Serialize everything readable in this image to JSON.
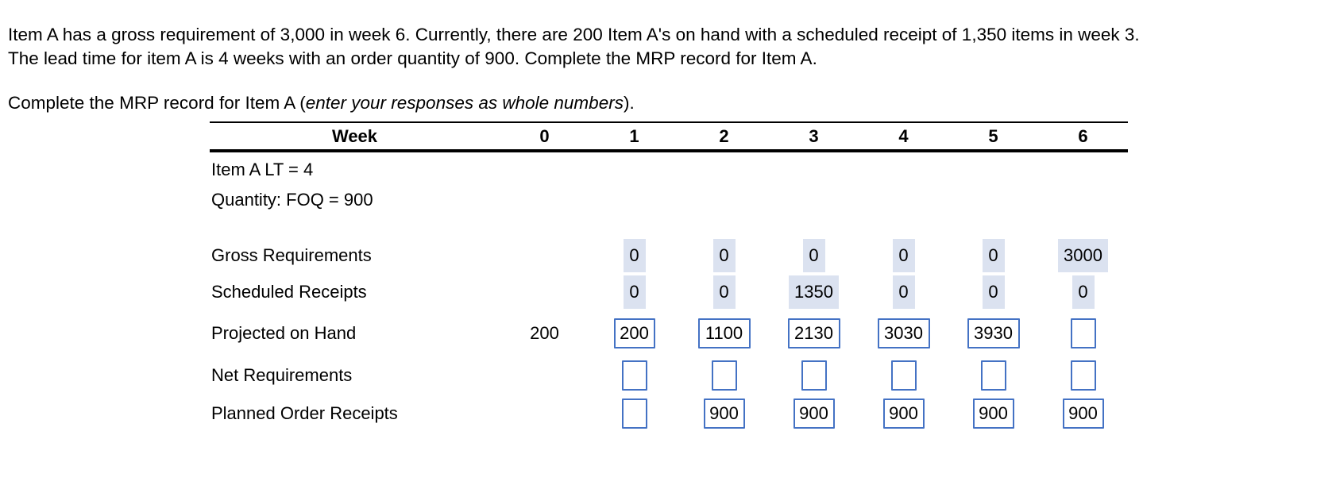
{
  "problem": {
    "line1": "Item A has a gross requirement of 3,000 in week 6. Currently, there are 200 Item A's on hand with a scheduled receipt of 1,350 items in week 3.",
    "line2": "The lead time for item A is 4 weeks with an order quantity of 900. Complete the MRP record for Item A.",
    "instruction_prefix": "Complete the MRP record for Item A (",
    "instruction_italic": "enter your responses as whole numbers",
    "instruction_suffix": ")."
  },
  "table": {
    "header_label": "Week",
    "weeks": [
      "0",
      "1",
      "2",
      "3",
      "4",
      "5",
      "6"
    ],
    "item_info_line1": "Item A LT = 4",
    "item_info_line2": "Quantity: FOQ = 900",
    "rows": {
      "gross_requirements": {
        "label": "Gross Requirements",
        "week0": "",
        "cells": [
          "0",
          "0",
          "0",
          "0",
          "0",
          "3000"
        ]
      },
      "scheduled_receipts": {
        "label": "Scheduled Receipts",
        "week0": "",
        "cells": [
          "0",
          "0",
          "1350",
          "0",
          "0",
          "0"
        ]
      },
      "projected_on_hand": {
        "label": "Projected on Hand",
        "week0": "200",
        "cells": [
          "200",
          "1100",
          "2130",
          "3030",
          "3930",
          ""
        ]
      },
      "net_requirements": {
        "label": "Net Requirements",
        "week0": "",
        "cells": [
          "",
          "",
          "",
          "",
          "",
          ""
        ]
      },
      "planned_order_receipts": {
        "label": "Planned Order Receipts",
        "week0": "",
        "cells": [
          "",
          "900",
          "900",
          "900",
          "900",
          "900"
        ]
      }
    }
  },
  "colors": {
    "highlight_bg": "#dbe2f0",
    "input_border": "#4472c4",
    "text": "#000000",
    "background": "#ffffff"
  }
}
